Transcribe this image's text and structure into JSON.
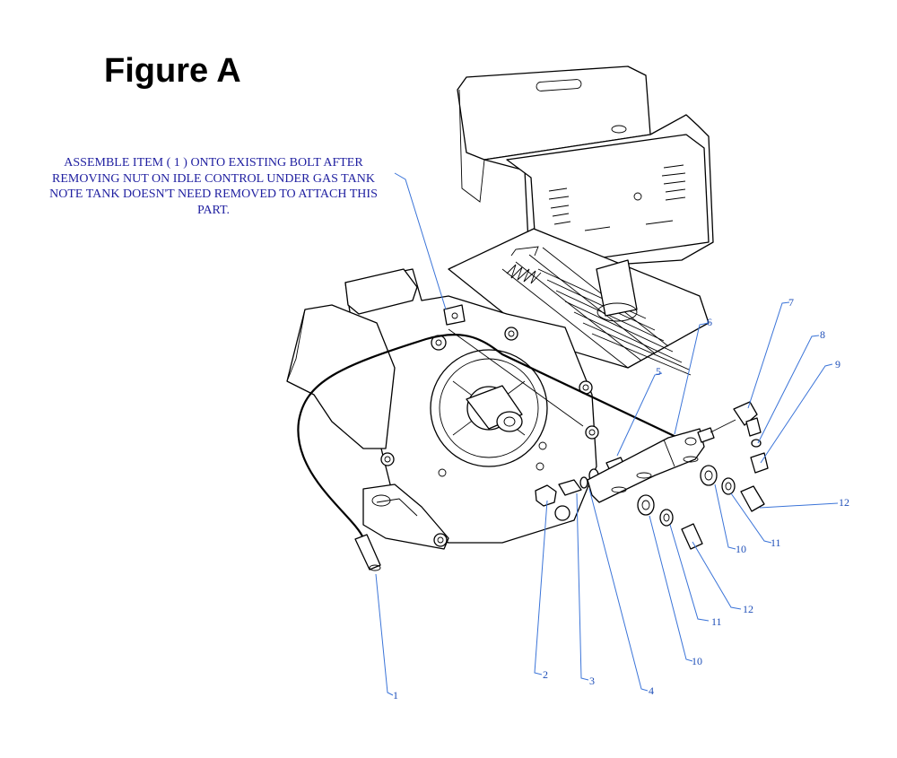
{
  "figure_title": "Figure A",
  "note_lines": [
    "ASSEMBLE ITEM ( 1 ) ONTO EXISTING BOLT AFTER",
    "REMOVING NUT ON IDLE CONTROL UNDER GAS TANK",
    "NOTE TANK DOESN'T NEED REMOVED TO ATTACH THIS",
    "PART."
  ],
  "callouts": [
    "1",
    "2",
    "3",
    "4",
    "5",
    "6",
    "7",
    "8",
    "9",
    "10",
    "10",
    "11",
    "11",
    "12",
    "12"
  ],
  "colors": {
    "note_text": "#1f1fa0",
    "callout_text": "#1f4fb8",
    "leader": "#3b74d8",
    "line_art": "#000000"
  }
}
